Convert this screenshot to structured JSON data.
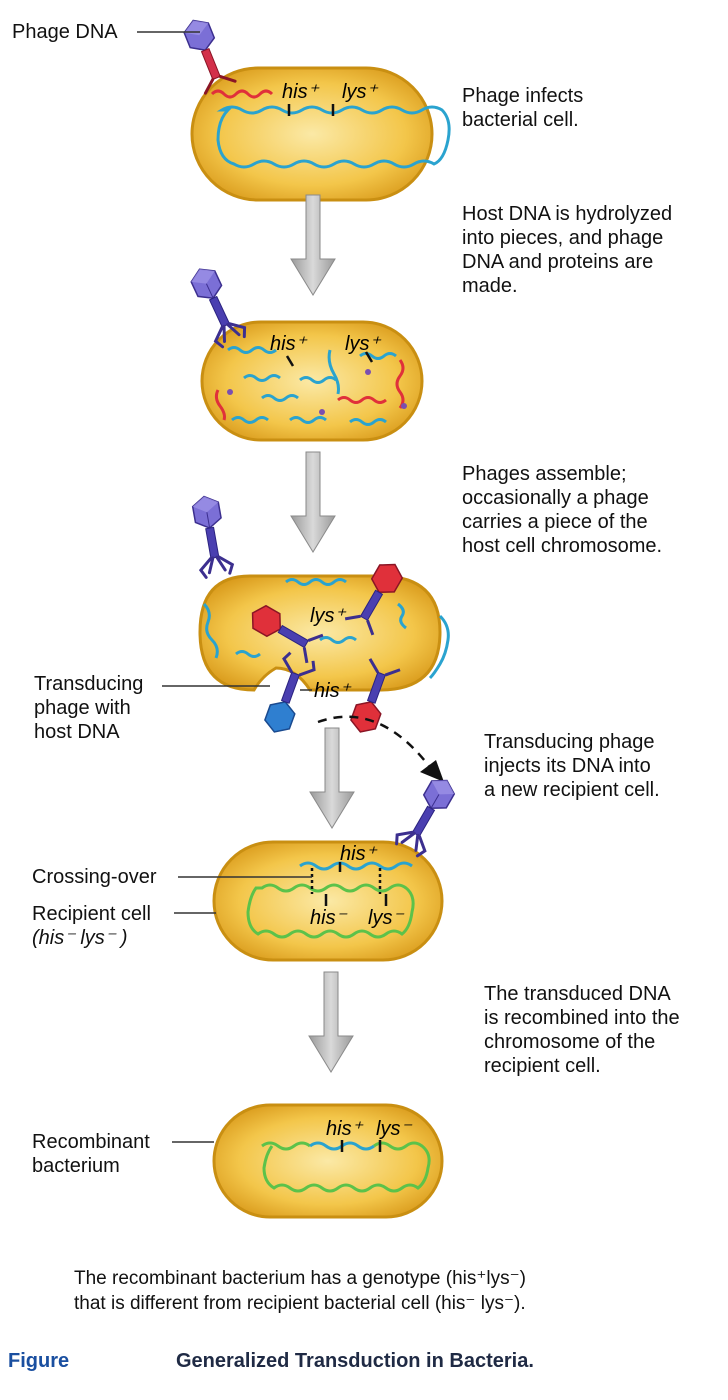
{
  "steps": [
    {
      "text": [
        "Phage infects",
        "bacterial cell."
      ]
    },
    {
      "text": [
        "Host DNA is hydrolyzed",
        "into pieces, and phage",
        "DNA and proteins are",
        "made."
      ]
    },
    {
      "text": [
        "Phages assemble;",
        "occasionally a phage",
        "carries a piece of the",
        "host cell chromosome."
      ]
    },
    {
      "text": [
        "Transducing phage",
        "injects its DNA into",
        "a new recipient cell."
      ]
    },
    {
      "text": [
        "The transduced DNA",
        "is recombined into the",
        "chromosome of the",
        "recipient cell."
      ]
    }
  ],
  "labels": {
    "phage_dna": "Phage DNA",
    "transducing_phage": [
      "Transducing",
      "phage with",
      "host DNA"
    ],
    "crossing_over": "Crossing-over",
    "recipient_cell": [
      "Recipient cell",
      "(his⁻ lys⁻ )"
    ],
    "recombinant": [
      "Recombinant",
      "bacterium"
    ]
  },
  "genes": {
    "his_plus": "his⁺",
    "lys_plus": "lys⁺",
    "his_minus": "his⁻",
    "lys_minus": "lys⁻"
  },
  "caption": [
    "The recombinant bacterium has a genotype (his⁺lys⁻)",
    "that is different from recipient bacterial cell (his⁻ lys⁻)."
  ],
  "figure": {
    "label": "Figure",
    "title": "Generalized Transduction in Bacteria."
  },
  "colors": {
    "cell_fill": "#f3c64a",
    "cell_edge": "#c98f12",
    "host_dna": "#2aa3cf",
    "phage_dna": "#e0303a",
    "recipient_dna": "#5cc24a",
    "phage_body": "#5a4fbf",
    "arrow": "#bdbdbd"
  }
}
